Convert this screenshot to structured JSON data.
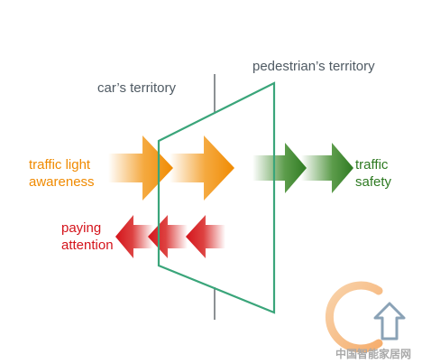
{
  "labels": {
    "car_territory": "car’s territory",
    "pedestrian_territory": "pedestrian’s territory",
    "traffic_light_awareness": [
      "traffic light",
      "awareness"
    ],
    "traffic_safety": [
      "traffic",
      "safety"
    ],
    "paying_attention": [
      "paying",
      "attention"
    ]
  },
  "watermark": {
    "text": "中国智能家居网",
    "icon": "up-arrow-logo-icon"
  },
  "colors": {
    "orange": "#f39a1e",
    "green": "#3f8a2b",
    "red": "#d7201f",
    "outline": "#3aa57a",
    "divider": "#8c9194",
    "text_grey": "#4f5a63"
  }
}
